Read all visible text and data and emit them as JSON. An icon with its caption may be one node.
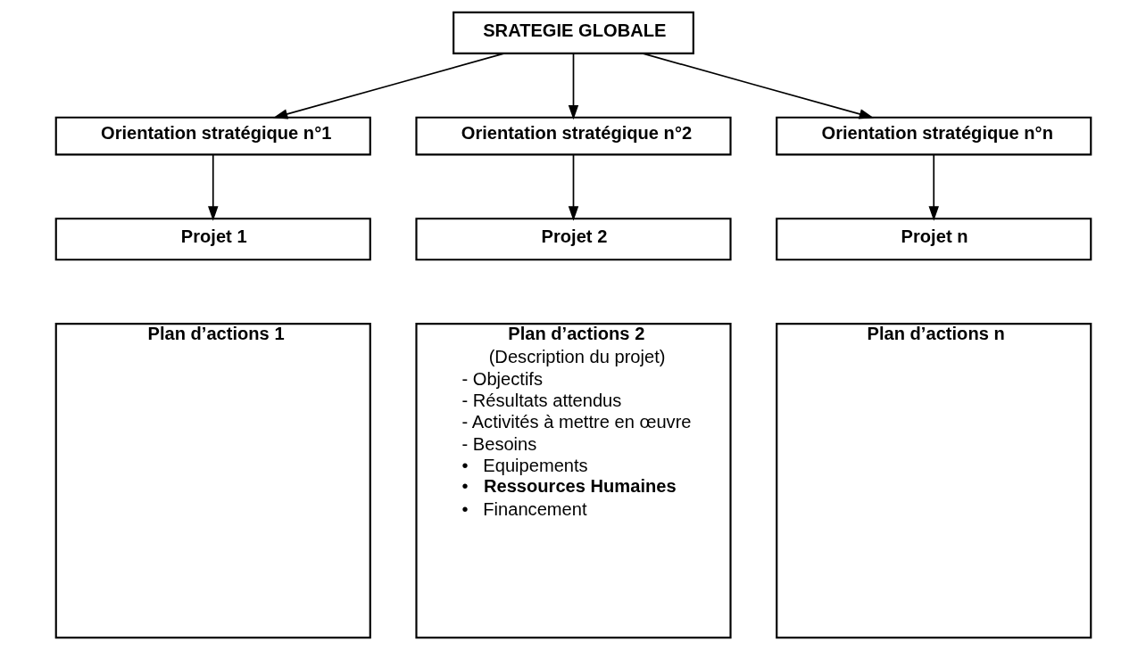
{
  "diagram": {
    "nodes": [
      {
        "text": [
          "SRATEGIE GLOBALE"
        ]
      },
      {
        "text": [
          "Orientation stratégique n°1"
        ]
      },
      {
        "text": [
          "Orientation stratégique n°2"
        ]
      },
      {
        "text": [
          "Orientation stratégique n°n"
        ]
      },
      {
        "text": [
          "Projet 1"
        ]
      },
      {
        "text": [
          "Projet 2"
        ]
      },
      {
        "text": [
          "Projet n"
        ]
      },
      {
        "text": [
          "Plan d’actions 1"
        ]
      },
      {
        "text": [
          "Plan d’actions 2",
          "(Description du projet)",
          "- Objectifs",
          "- Résultats attendus",
          "- Activités à mettre en œuvre",
          "- Besoins",
          "•   Equipements",
          "•   **Ressources Humaines**",
          "•   Financement"
        ]
      },
      {
        "text": [
          "Plan d’actions n"
        ]
      }
    ],
    "edges": [
      {
        "from": 0,
        "to": 1,
        "arrow": "to"
      },
      {
        "from": 0,
        "to": 2,
        "arrow": "to"
      },
      {
        "from": 0,
        "to": 3,
        "arrow": "to"
      },
      {
        "from": 1,
        "to": 4,
        "arrow": "to"
      },
      {
        "from": 2,
        "to": 5,
        "arrow": "to"
      },
      {
        "from": 3,
        "to": 6,
        "arrow": "to"
      }
    ]
  }
}
